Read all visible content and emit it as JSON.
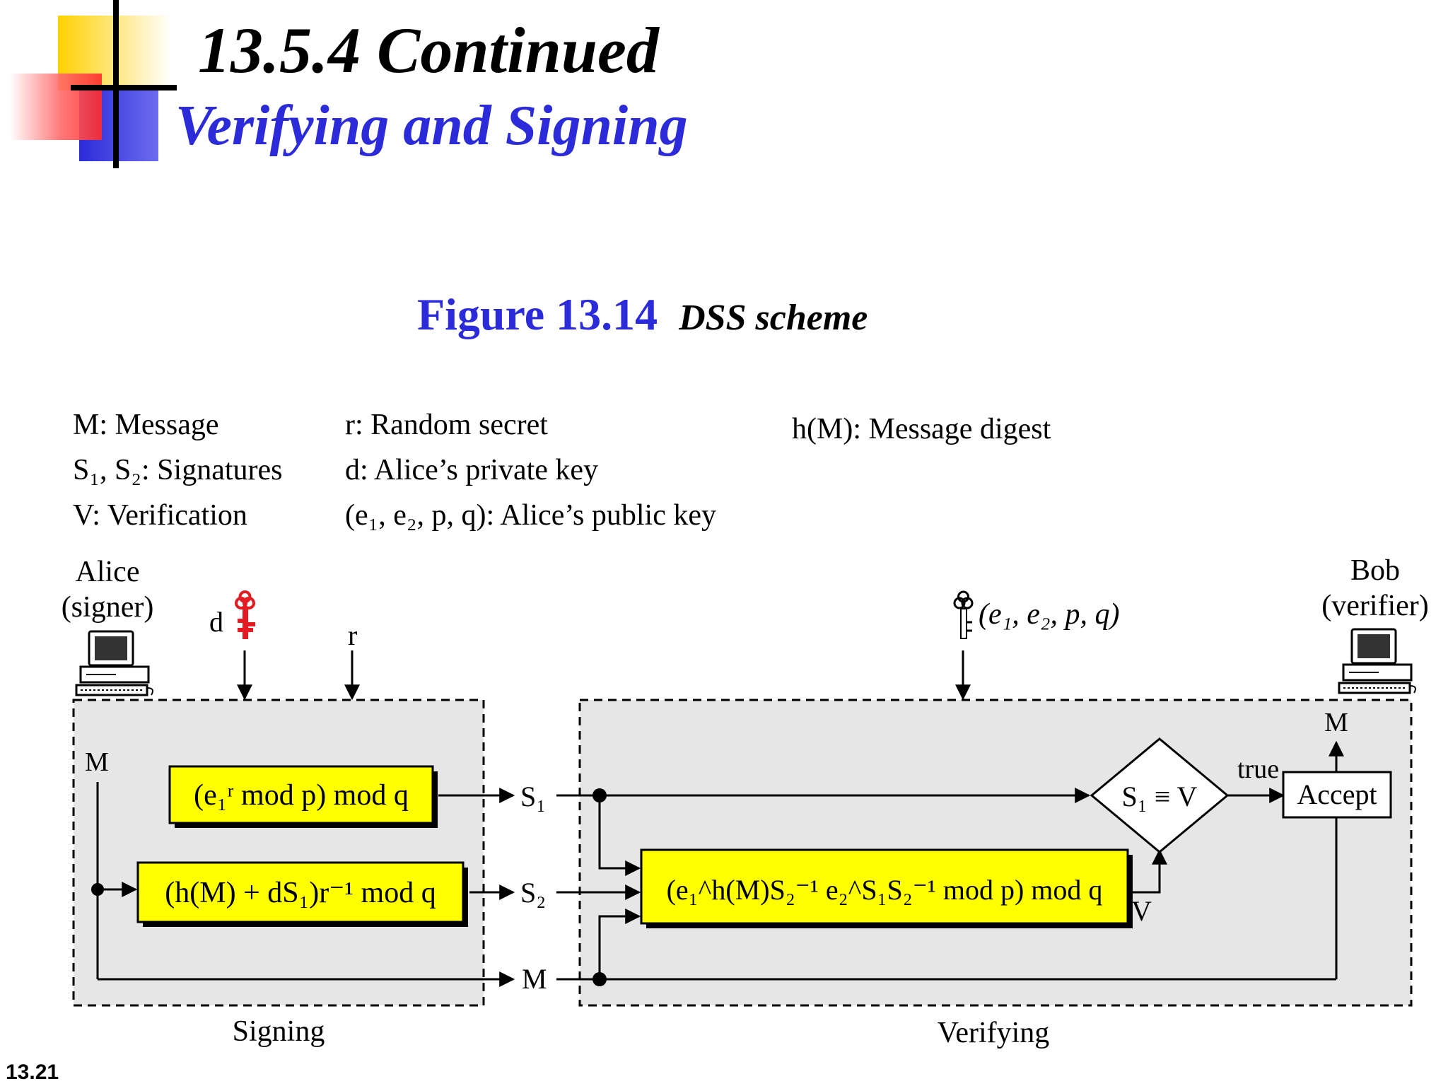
{
  "slide": {
    "title": "13.5.4  Continued",
    "subtitle": "Verifying and Signing",
    "number": "13.21"
  },
  "figure": {
    "label": "Figure 13.14",
    "caption": "DSS scheme"
  },
  "legend": {
    "message": "M: Message",
    "signatures": "S₁, S₂: Signatures",
    "verification": "V: Verification",
    "random_secret": "r: Random secret",
    "private_key": "d: Alice’s private key",
    "public_key": "(e₁, e₂, p, q): Alice’s public key",
    "digest": "h(M): Message digest"
  },
  "actors": {
    "alice_name": "Alice",
    "alice_role": "(signer)",
    "bob_name": "Bob",
    "bob_role": "(verifier)"
  },
  "signing": {
    "section_label": "Signing",
    "key_label": "d",
    "random_label": "r",
    "message_label": "M",
    "s1_box": "(e₁ʳ mod p) mod q",
    "s2_box": "(h(M) + dS₁)r⁻¹ mod q"
  },
  "verifying": {
    "section_label": "Verifying",
    "public_key_label": "(e₁, e₂, p, q)",
    "v_box": "(e₁^h(M)S₂⁻¹ e₂^S₁S₂⁻¹ mod p) mod q",
    "compare": "S₁ ≡ V",
    "true_label": "true",
    "accept": "Accept",
    "v_label": "V",
    "out_message": "M"
  },
  "channel": {
    "s1": "S₁",
    "s2": "S₂",
    "m": "M"
  },
  "colors": {
    "box_fill": "#ffff00",
    "section_fill": "#e6e6e6",
    "title_blue": "#2b2bd9",
    "private_key_red": "#e31b23"
  }
}
